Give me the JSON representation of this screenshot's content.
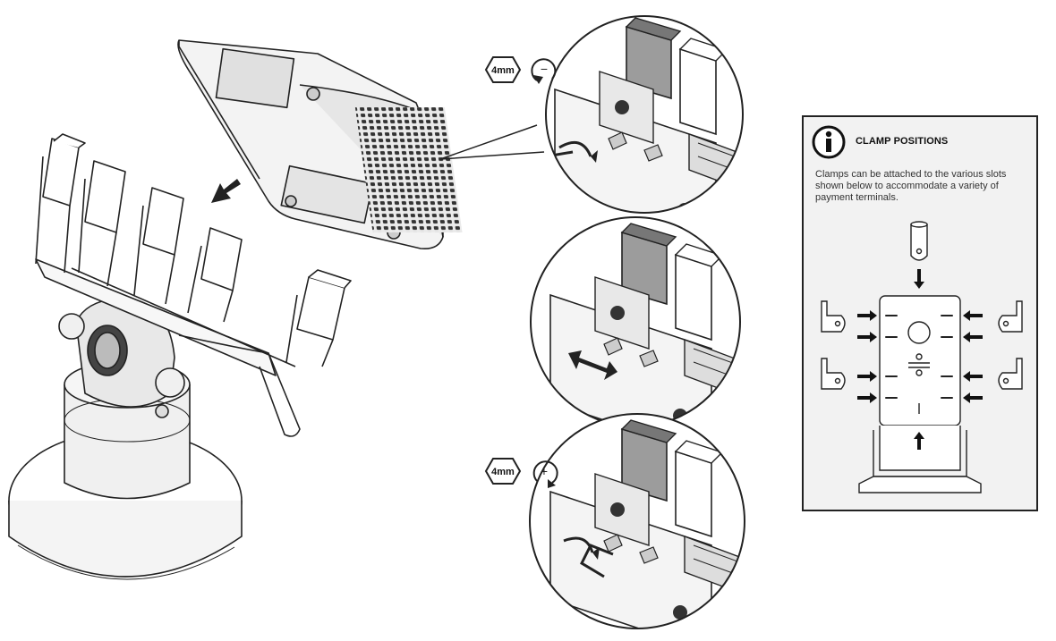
{
  "steps": [
    {
      "tool_label": "4mm",
      "rotation_icon": "loosen-counterclockwise-icon",
      "rotation_sign": "−"
    },
    {
      "motion_icon": "slide-double-arrow-icon"
    },
    {
      "tool_label": "4mm",
      "rotation_icon": "tighten-clockwise-icon",
      "rotation_sign": "+"
    }
  ],
  "info_panel": {
    "icon": "info-icon",
    "title": "CLAMP POSITIONS",
    "text": "Clamps can be attached to the various slots shown below to accommodate a variety of payment terminals."
  }
}
